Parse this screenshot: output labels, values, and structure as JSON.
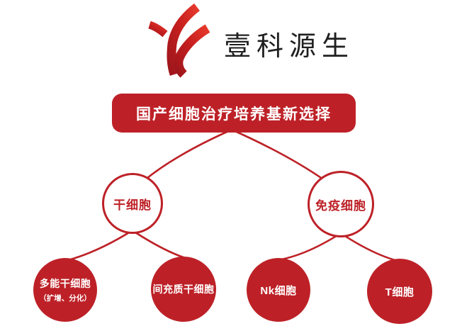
{
  "logo": {
    "text": "壹科源生",
    "mark_icon": "yk-swoosh-monogram",
    "mark_color_dark": "#9f161b",
    "mark_color_bright": "#e6392c"
  },
  "banner": {
    "label": "国产细胞治疗培养基新选择",
    "background": "#bd2127",
    "text_color": "#ffffff"
  },
  "tree": {
    "branches": [
      {
        "label": "干细胞",
        "children": [
          {
            "label": "多能干细胞",
            "sub": "（扩增、分化）"
          },
          {
            "label": "间充质干细胞",
            "sub": ""
          }
        ]
      },
      {
        "label": "免疫细胞",
        "children": [
          {
            "label": "Nk细胞",
            "sub": ""
          },
          {
            "label": "T细胞",
            "sub": ""
          }
        ]
      }
    ]
  },
  "colors": {
    "primary_red": "#bd2127",
    "background": "#ffffff",
    "logo_text": "#1f1f1f"
  }
}
